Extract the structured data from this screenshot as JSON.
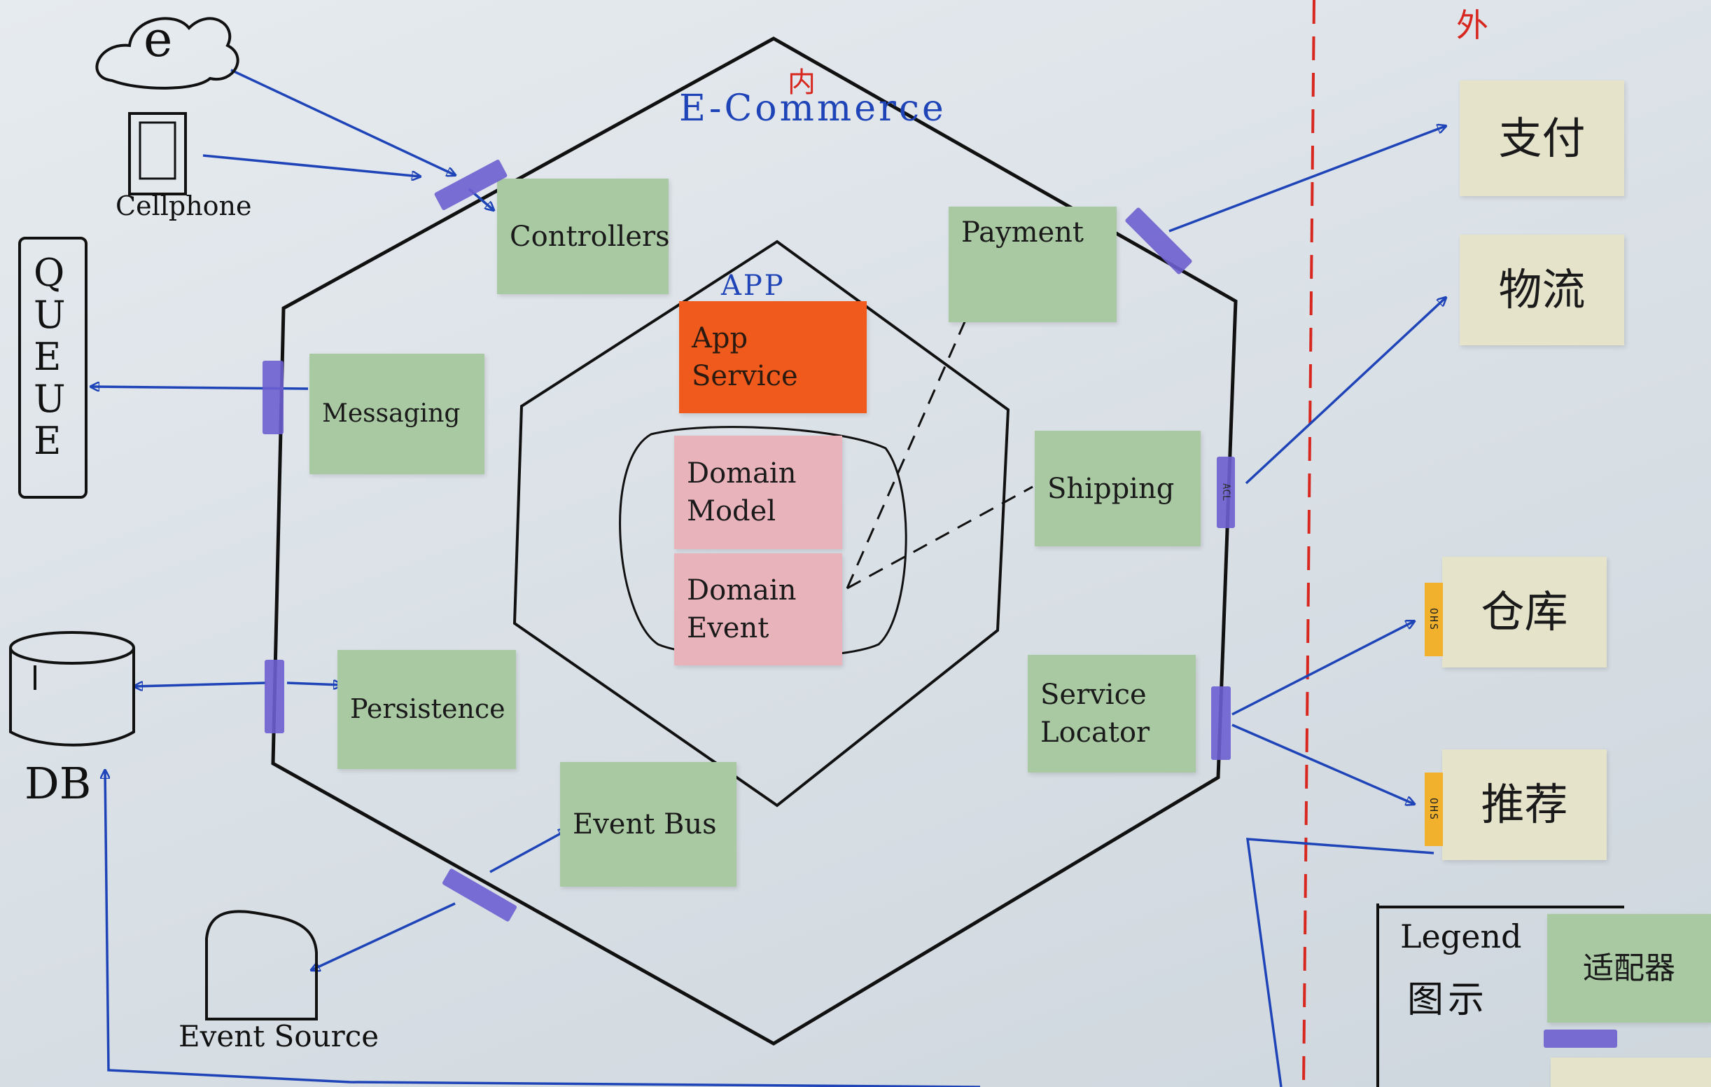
{
  "title": "E-Commerce",
  "inner_title_cn": "内",
  "outer_title_cn": "外",
  "app_label": "APP",
  "external": {
    "cellphone": "Cellphone",
    "queue": "QUEUE",
    "db": "DB",
    "event_source": "Event Source"
  },
  "notes": {
    "controllers": "Controllers",
    "messaging": "Messaging",
    "persistence": "Persistence",
    "event_bus": "Event Bus",
    "payment": "Payment",
    "shipping": "Shipping",
    "service_locator": "Service Locator",
    "app_service": "App Service",
    "domain_model": "Domain Model",
    "domain_event": "Domain Event"
  },
  "ports": {
    "acl_shipping": "ACL",
    "ohs_warehouse": "OHS",
    "ohs_recommend": "OHS"
  },
  "services": {
    "payment_cn": "支付",
    "logistics_cn": "物流",
    "warehouse_cn": "仓库",
    "recommend_cn": "推荐"
  },
  "legend": {
    "title": "Legend",
    "title_cn": "图示",
    "adapter_cn": "适配器"
  },
  "colors": {
    "note_green": "#a9c9a3",
    "note_pink": "#e9b3bb",
    "note_orange": "#f05a1c",
    "note_cream": "#e6e3cb",
    "port_tag": "#6d5fd0",
    "ohs_tag": "#f1b12c",
    "arrow_blue": "#1e44b8",
    "boundary_red": "#d8271f"
  }
}
